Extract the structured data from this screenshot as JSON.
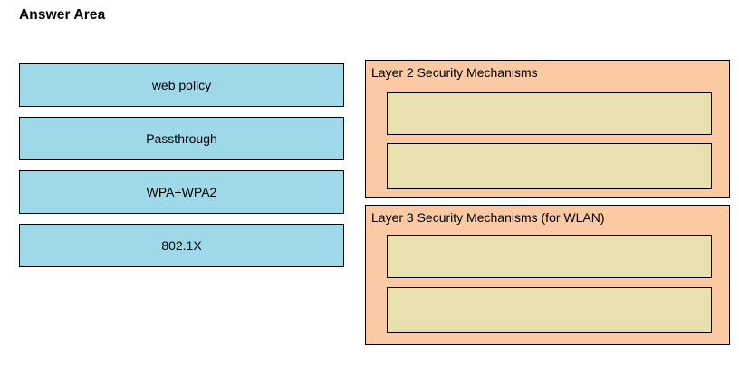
{
  "page": {
    "title": "Answer Area",
    "background_color": "#ffffff"
  },
  "colors": {
    "option_fill": "#9fd9e9",
    "panel_fill": "#fbc9a4",
    "slot_fill": "#e8e1af",
    "border": "#000000",
    "text": "#000000"
  },
  "options": {
    "items": [
      {
        "label": "web policy"
      },
      {
        "label": "Passthrough"
      },
      {
        "label": "WPA+WPA2"
      },
      {
        "label": "802.1X"
      }
    ]
  },
  "panels": [
    {
      "header": "Layer 2 Security Mechanisms",
      "slots": [
        {
          "value": ""
        },
        {
          "value": ""
        }
      ]
    },
    {
      "header": "Layer 3 Security Mechanisms (for WLAN)",
      "slots": [
        {
          "value": ""
        },
        {
          "value": ""
        }
      ]
    }
  ]
}
